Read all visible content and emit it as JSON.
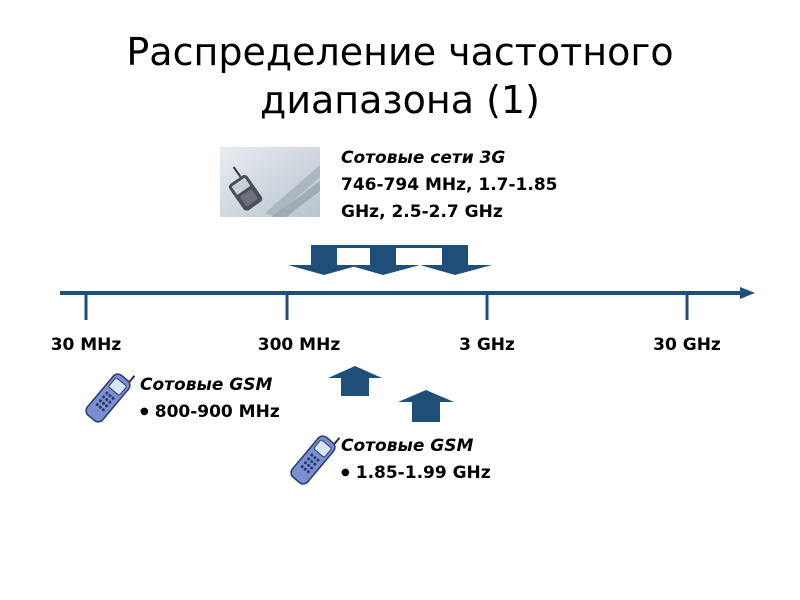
{
  "slide": {
    "title_line1": "Распределение частотного",
    "title_line2": "диапазона (1)"
  },
  "block_3g": {
    "heading": "Сотовые сети 3G",
    "line1": "746-794 MHz, 1.7-1.85",
    "line2": "GHz, 2.5-2.7 GHz"
  },
  "axis": {
    "ticks": [
      "30 MHz",
      "300 MHz",
      "3 GHz",
      "30 GHz"
    ]
  },
  "block_gsm_1": {
    "heading": "Сотовые GSM",
    "bullet": "800-900 MHz"
  },
  "block_gsm_2": {
    "heading": "Сотовые GSM",
    "bullet": "1.85-1.99 GHz"
  },
  "colors": {
    "axis": "#1f4e79",
    "arrow": "#1f4e79",
    "phone_body": "#7a8fd0"
  },
  "icons": [
    "mobile-phone-photo",
    "mobile-phone-icon",
    "mobile-phone-icon"
  ]
}
